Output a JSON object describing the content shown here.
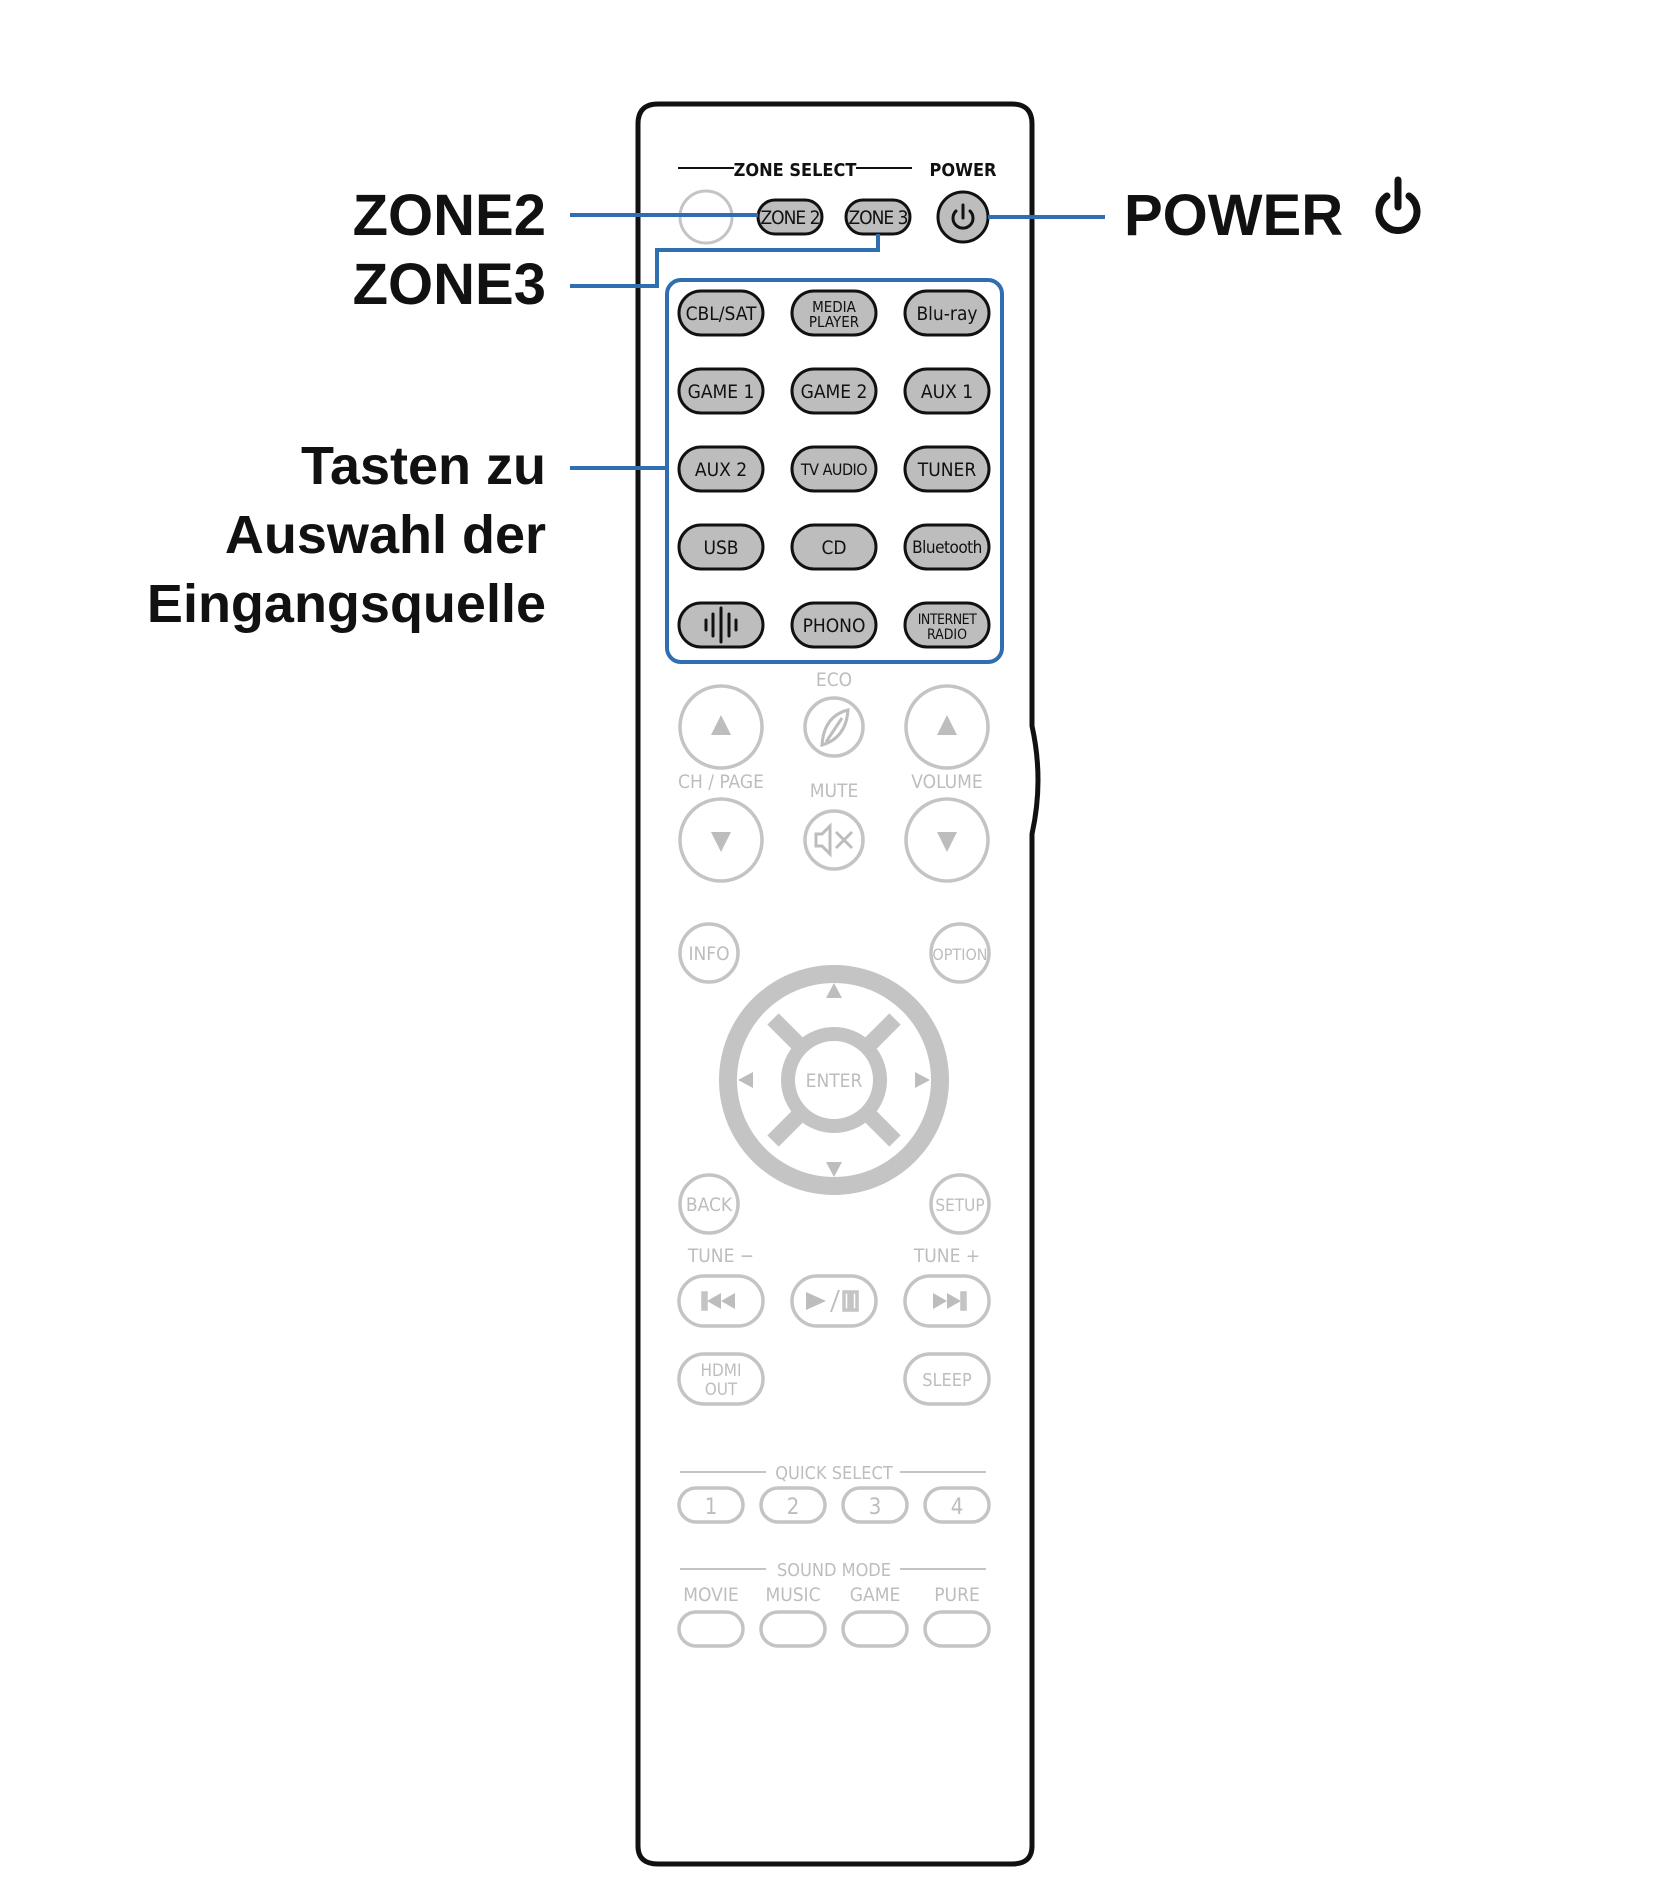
{
  "callouts": {
    "zone2": "ZONE2",
    "zone3": "ZONE3",
    "power": "POWER",
    "input_line1": "Tasten zu",
    "input_line2": "Auswahl der",
    "input_line3": "Eingangsquelle"
  },
  "remote": {
    "zone_select_label": "ZONE SELECT",
    "power_label": "POWER",
    "zone2_button": "ZONE 2",
    "zone3_button": "ZONE 3",
    "source_buttons": {
      "cbl_sat": "CBL/SAT",
      "media_player_1": "MEDIA",
      "media_player_2": "PLAYER",
      "bluray": "Blu-ray",
      "game1": "GAME 1",
      "game2": "GAME 2",
      "aux1": "AUX 1",
      "aux2": "AUX 2",
      "tv_audio": "TV AUDIO",
      "tuner": "TUNER",
      "usb": "USB",
      "cd": "CD",
      "bluetooth": "Bluetooth",
      "phono": "PHONO",
      "internet_radio_1": "INTERNET",
      "internet_radio_2": "RADIO"
    },
    "eco_label": "ECO",
    "ch_page_label": "CH / PAGE",
    "mute_label": "MUTE",
    "volume_label": "VOLUME",
    "info_button": "INFO",
    "option_button": "OPTION",
    "enter_button": "ENTER",
    "back_button": "BACK",
    "setup_button": "SETUP",
    "tune_minus_label": "TUNE −",
    "tune_plus_label": "TUNE +",
    "hdmi_out_1": "HDMI",
    "hdmi_out_2": "OUT",
    "sleep_button": "SLEEP",
    "quick_select_label": "QUICK SELECT",
    "quick_select": [
      "1",
      "2",
      "3",
      "4"
    ],
    "sound_mode_label": "SOUND MODE",
    "sound_modes": [
      "MOVIE",
      "MUSIC",
      "GAME",
      "PURE"
    ]
  },
  "colors": {
    "callout_line": "#2f6fb0",
    "highlight_frame": "#2f6fb0",
    "active_button": "#bdbdbd",
    "inactive_button": "#c4c4c4"
  }
}
